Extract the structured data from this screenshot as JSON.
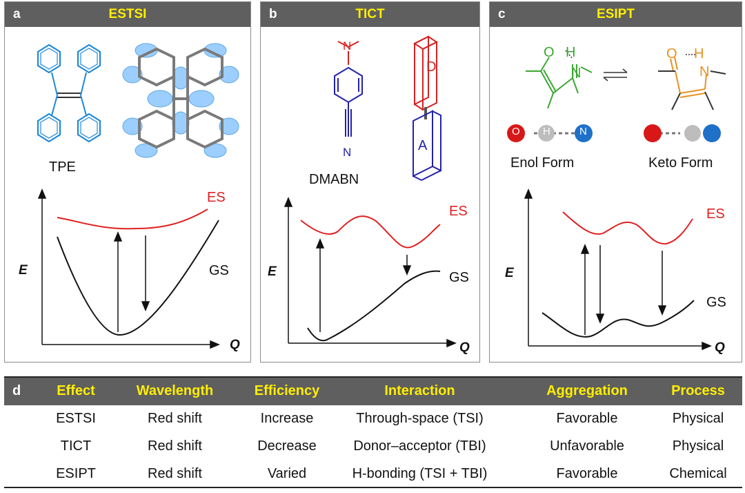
{
  "panels": {
    "a": {
      "letter": "a",
      "title": "ESTSI",
      "molecule": "TPE",
      "es": "ES",
      "gs": "GS",
      "e_axis": "E",
      "q_axis": "Q"
    },
    "b": {
      "letter": "b",
      "title": "TICT",
      "molecule": "DMABN",
      "donor": "D",
      "acceptor": "A",
      "nitrogen_top": "N",
      "nitrogen_bottom": "N",
      "es": "ES",
      "gs": "GS",
      "e_axis": "E",
      "q_axis": "Q"
    },
    "c": {
      "letter": "c",
      "title": "ESIPT",
      "enol": "Enol Form",
      "keto": "Keto Form",
      "enol_o": "O",
      "enol_h": "H",
      "enol_n": "N",
      "keto_o": "O",
      "keto_h": "H",
      "keto_n": "N",
      "ball_o": "O",
      "ball_h": "H",
      "ball_n": "N",
      "es": "ES",
      "gs": "GS",
      "e_axis": "E",
      "q_axis": "Q"
    }
  },
  "table": {
    "letter": "d",
    "headers": [
      "Effect",
      "Wavelength",
      "Efficiency",
      "Interaction",
      "Aggregation",
      "Process"
    ],
    "rows": [
      [
        "ESTSI",
        "Red shift",
        "Increase",
        "Through-space (TSI)",
        "Favorable",
        "Physical"
      ],
      [
        "TICT",
        "Red shift",
        "Decrease",
        "Donor–acceptor (TBI)",
        "Unfavorable",
        "Physical"
      ],
      [
        "ESIPT",
        "Red shift",
        "Varied",
        "H-bonding (TSI + TBI)",
        "Favorable",
        "Chemical"
      ]
    ]
  },
  "colors": {
    "header_bg": "#5f5f5f",
    "header_text": "#ffee00",
    "es_curve": "#e02020",
    "tpe_blue": "#1e88d8",
    "dmabn_blue": "#2222aa",
    "green": "#3aa832",
    "orange": "#e89020"
  }
}
